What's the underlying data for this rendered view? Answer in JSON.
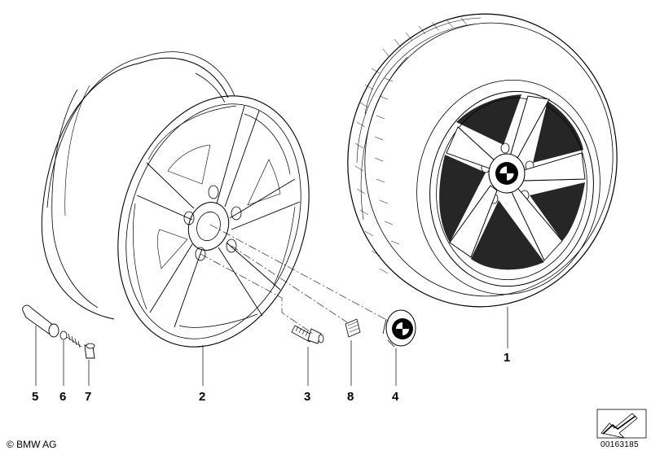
{
  "callouts": [
    {
      "id": "1",
      "label": "1"
    },
    {
      "id": "2",
      "label": "2"
    },
    {
      "id": "3",
      "label": "3"
    },
    {
      "id": "4",
      "label": "4"
    },
    {
      "id": "5",
      "label": "5"
    },
    {
      "id": "6",
      "label": "6"
    },
    {
      "id": "7",
      "label": "7"
    },
    {
      "id": "8",
      "label": "8"
    }
  ],
  "copyright": "© BMW AG",
  "doc_number": "00163185",
  "icons": {
    "logo_on_wheel": "bmw-roundel-icon",
    "logo_on_cap": "bmw-roundel-icon",
    "corner": "arrow-icon"
  }
}
